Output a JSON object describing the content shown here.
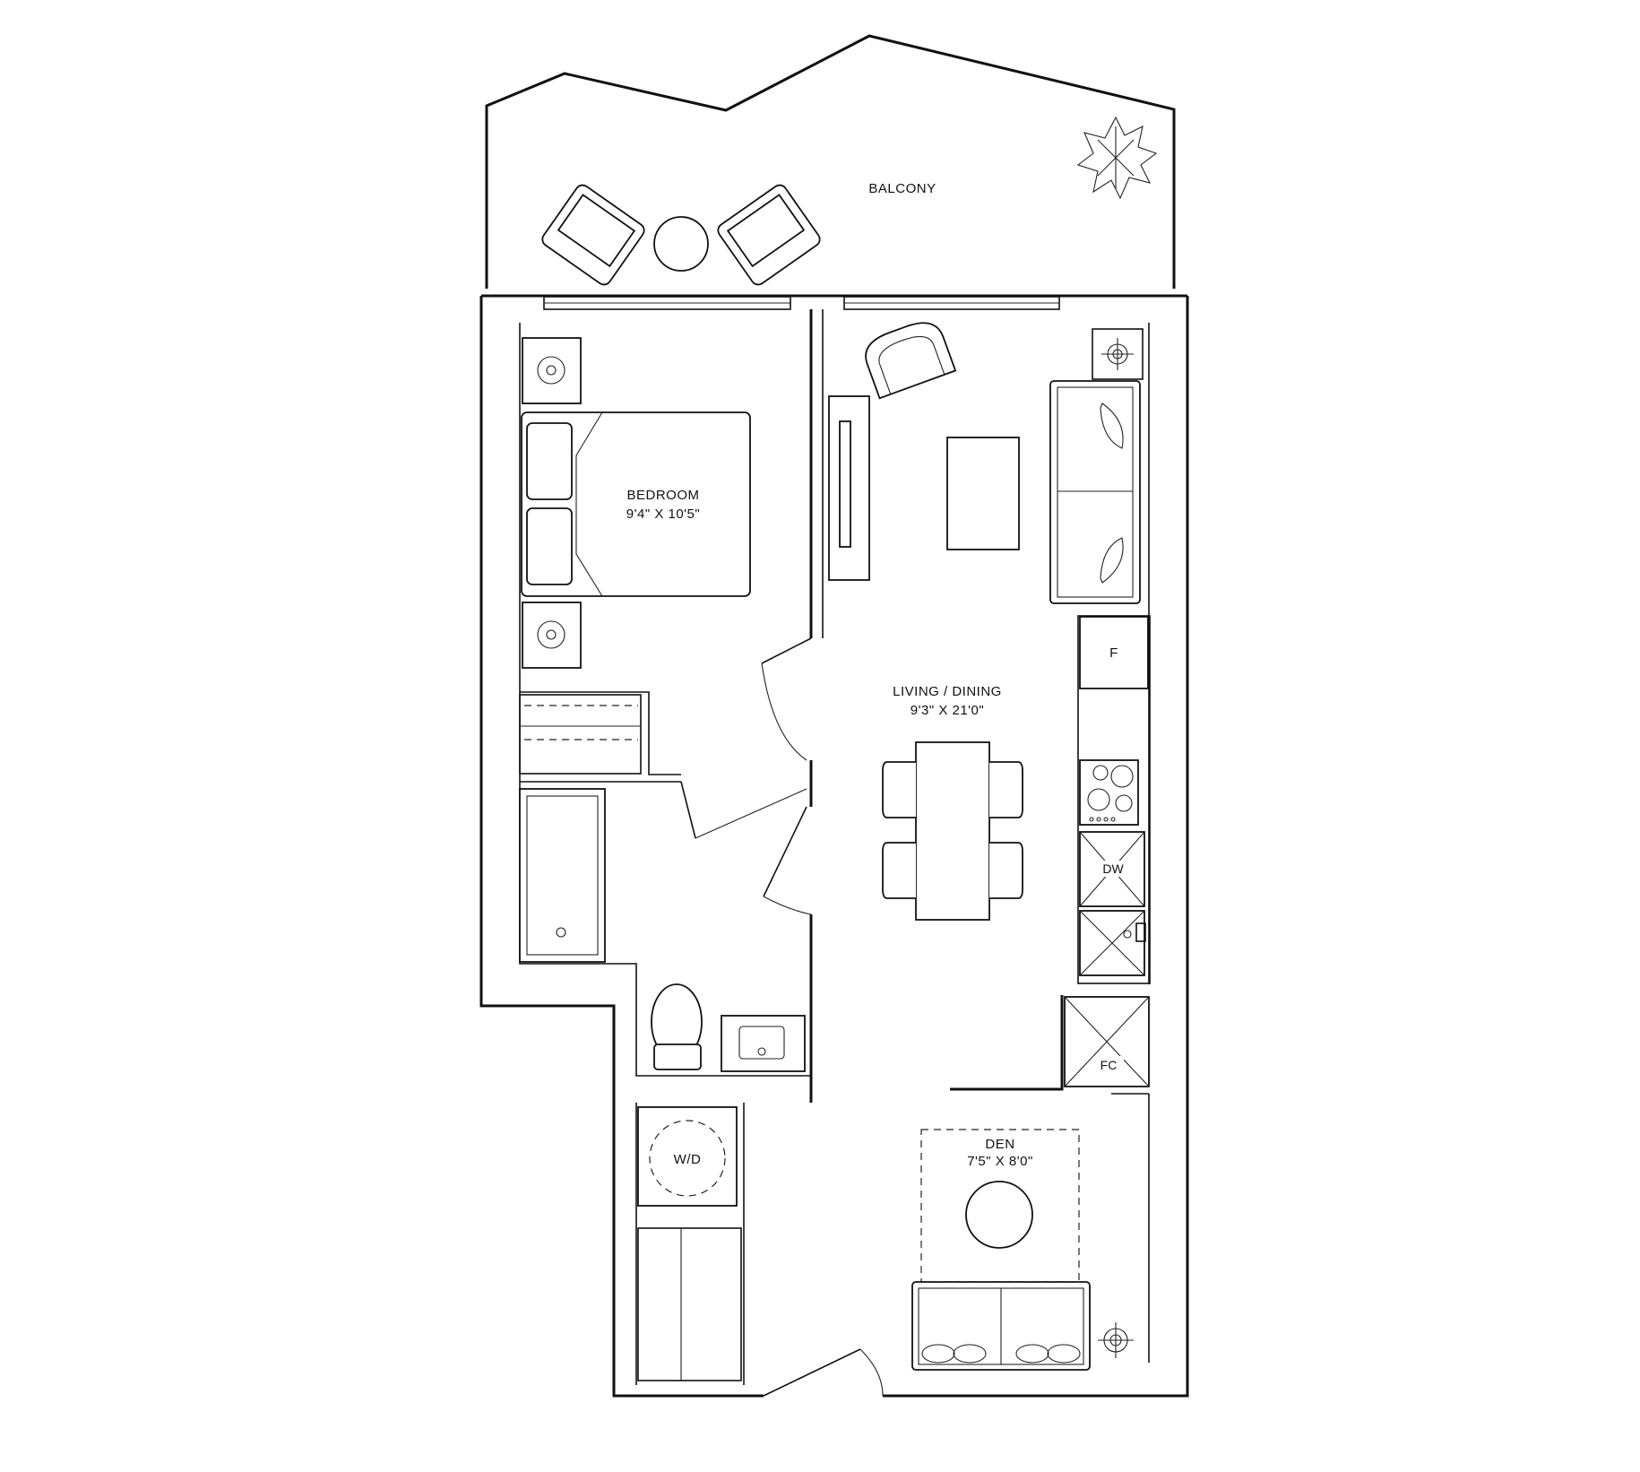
{
  "rooms": {
    "balcony": {
      "name": "BALCONY"
    },
    "bedroom": {
      "name": "BEDROOM",
      "size": "9'4\" X 10'5\""
    },
    "living": {
      "name": "LIVING / DINING",
      "size": "9'3\" X 21'0\""
    },
    "den": {
      "name": "DEN",
      "size": "7'5\" X 8'0\""
    }
  },
  "appliances": {
    "fridge": "F",
    "dishwasher": "DW",
    "laundry": "W/D",
    "closet": "FC"
  },
  "icons": {
    "tree": "tree-icon",
    "light": "ceiling-light-icon"
  }
}
